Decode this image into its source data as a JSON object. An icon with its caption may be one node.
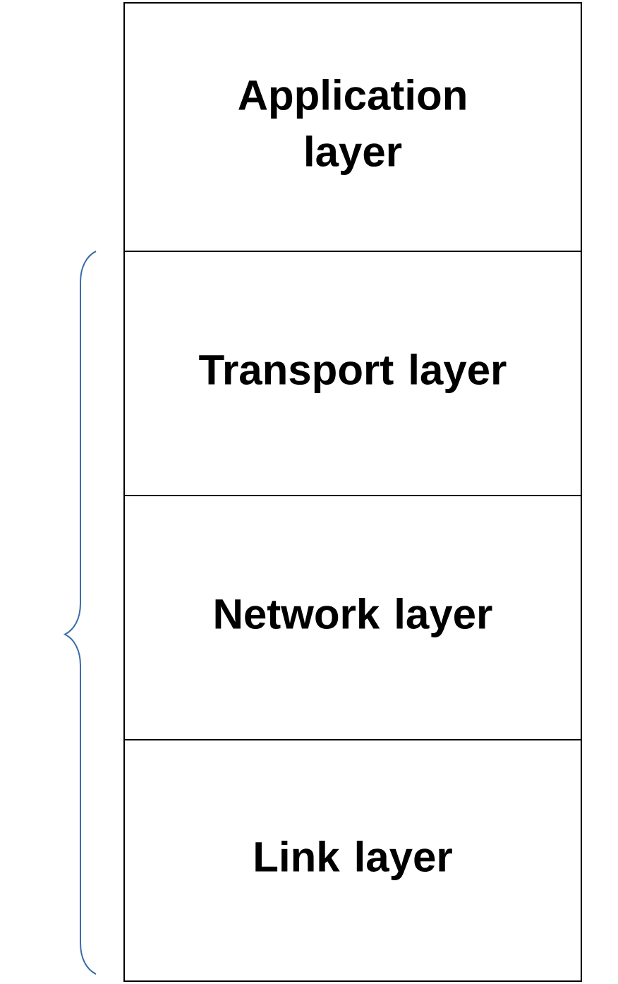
{
  "diagram": {
    "nodes": [
      {
        "text": [
          "Application layer"
        ]
      },
      {
        "text": [
          "Transport layer"
        ]
      },
      {
        "text": [
          "Network layer"
        ]
      },
      {
        "text": [
          "Link layer"
        ]
      }
    ]
  }
}
